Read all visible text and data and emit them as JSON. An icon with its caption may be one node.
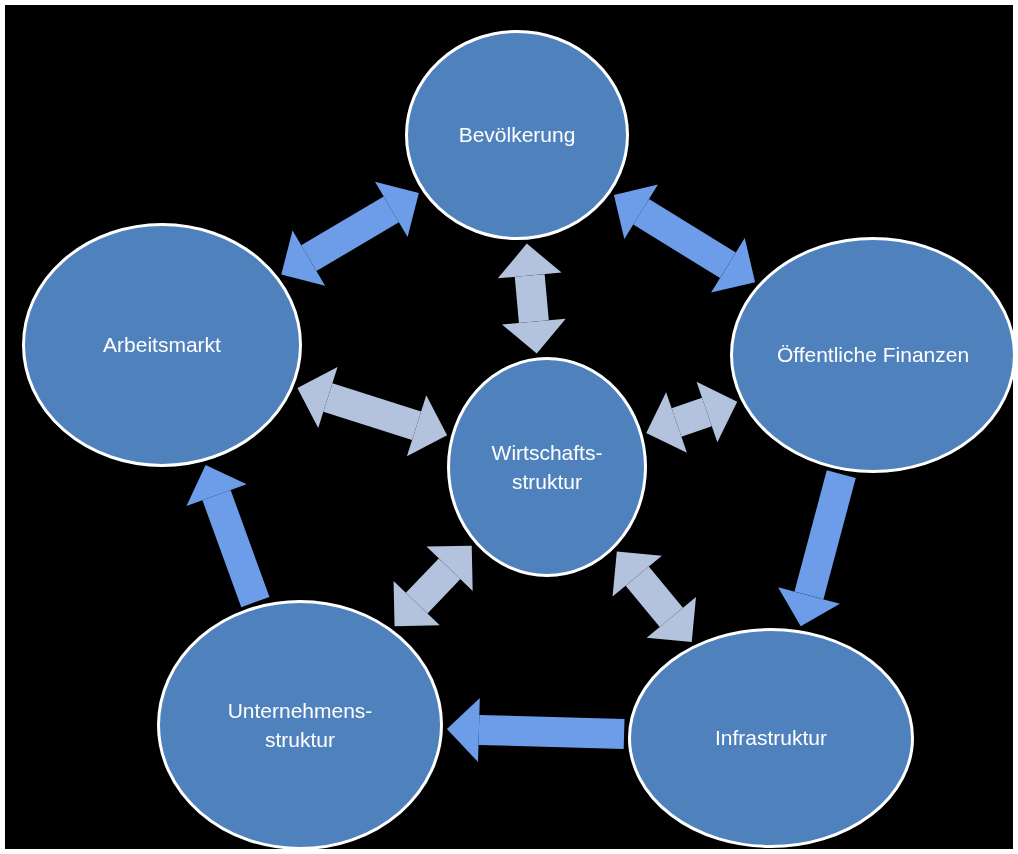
{
  "diagram": {
    "nodes": [
      {
        "text": [
          "Bevölkerung"
        ]
      },
      {
        "text": [
          "Arbeitsmarkt"
        ]
      },
      {
        "text": [
          "Öffentliche Finanzen"
        ]
      },
      {
        "text": [
          "Wirtschafts- struktur"
        ]
      },
      {
        "text": [
          "Unternehmens- struktur"
        ]
      },
      {
        "text": [
          "Infrastruktur"
        ]
      }
    ],
    "edges": [
      {
        "from": 1,
        "to": 0,
        "arrow": "both"
      },
      {
        "from": 0,
        "to": 2,
        "arrow": "both"
      },
      {
        "from": 2,
        "to": 5,
        "arrow": "to"
      },
      {
        "from": 5,
        "to": 4,
        "arrow": "to"
      },
      {
        "from": 4,
        "to": 1,
        "arrow": "to"
      },
      {
        "from": 3,
        "to": 0,
        "arrow": "both",
        "color": "#b3c2dd"
      },
      {
        "from": 3,
        "to": 1,
        "arrow": "both",
        "color": "#b3c2dd"
      },
      {
        "from": 3,
        "to": 2,
        "arrow": "both",
        "color": "#b3c2dd"
      },
      {
        "from": 3,
        "to": 4,
        "arrow": "both",
        "color": "#b3c2dd"
      },
      {
        "from": 3,
        "to": 5,
        "arrow": "both",
        "color": "#b3c2dd"
      }
    ]
  }
}
